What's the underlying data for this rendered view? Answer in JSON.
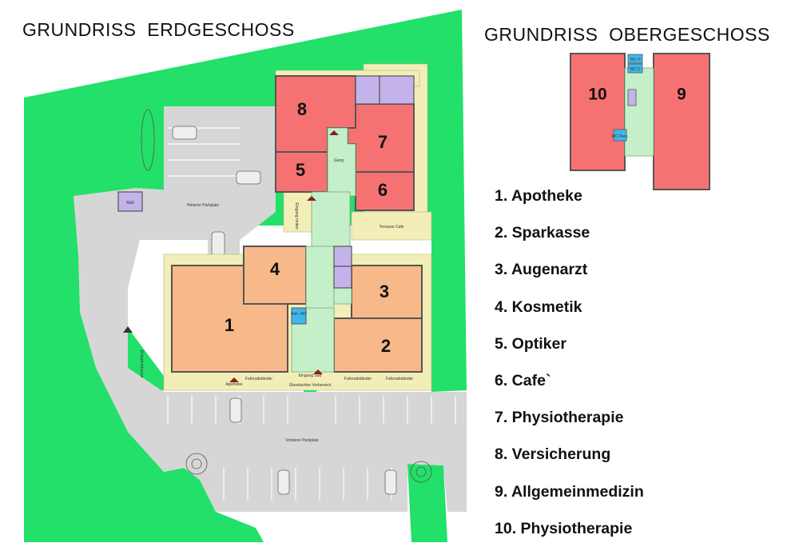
{
  "titles": {
    "ground_floor": "GRUNDRISS  ERDGESCHOSS",
    "upper_floor": "GRUNDRISS  OBERGESCHOSS"
  },
  "ground_floor": {
    "rooms": {
      "r1": "1",
      "r2": "2",
      "r3": "3",
      "r4": "4",
      "r5": "5",
      "r6": "6",
      "r7": "7",
      "r8": "8"
    },
    "labels": {
      "hinterer_parkplatz": "Hinterer Parkplatz",
      "vorderer_parkplatz": "Vorderer Parkplatz",
      "einbahnstrasse": "Einbahnstrasse",
      "terrasse_cafe": "Terrasse Cafe",
      "eingang_hinten": "Eingang hinten",
      "eingang_sued": "Eingang Süd",
      "ueberdachter_vorbereich": "Überdachter Vorbereich",
      "apotheke": "Apotheke",
      "fahrradstaender_1": "Fahrradständer",
      "fahrradstaender_2": "Fahrradständer",
      "fahrradstaender_3": "Fahrradständer",
      "gang": "Gang",
      "behinderten_wc": "Beh. WC",
      "muell": "Müll"
    },
    "colors": {
      "grass": "#22e069",
      "pavement": "#d6d6d6",
      "terrace": "#f2eeb8",
      "corridor": "#c4efc8",
      "room_orange": "#f7b98a",
      "room_red": "#f67272",
      "storage_purple": "#c4b3ea",
      "wc_blue": "#3fb7ec"
    }
  },
  "upper_floor": {
    "rooms": {
      "r9": "9",
      "r10": "10"
    },
    "labels": {
      "wc_h": "WC H",
      "wc_d": "WC D",
      "wc_pers": "WC Pers."
    }
  },
  "legend": [
    "1. Apotheke",
    "2. Sparkasse",
    "3. Augenarzt",
    "4. Kosmetik",
    "5. Optiker",
    "6. Cafe`",
    "7. Physiotherapie",
    "8. Versicherung",
    "9. Allgemeinmedizin",
    "10. Physiotherapie"
  ]
}
